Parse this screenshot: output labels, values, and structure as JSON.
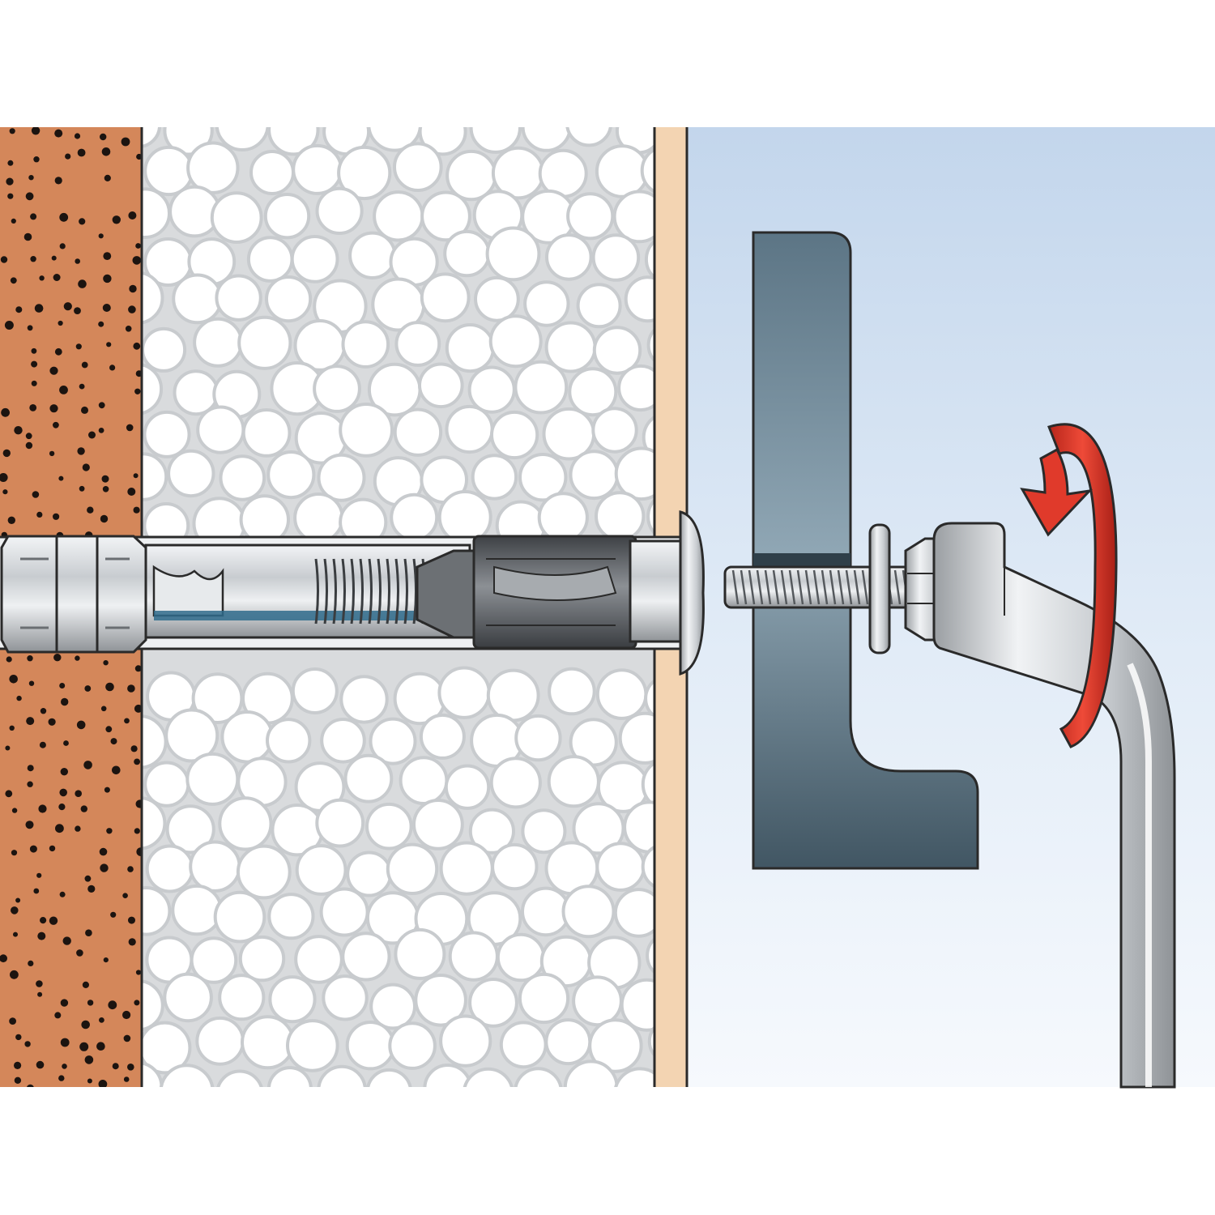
{
  "diagram": {
    "kind": "installation-step",
    "layers": [
      "masonry-wall",
      "insulation-board",
      "plaster-layer"
    ],
    "fixings": [
      "expansion-anchor",
      "threaded-bolt",
      "washer",
      "hex-nut",
      "bracket",
      "hex-key"
    ],
    "action": "rotation",
    "rotation_direction": "counterclockwise",
    "colors": {
      "masonry": "#d4875a",
      "masonry_dots": "#1c1410",
      "insulation_bg": "#d9dbdd",
      "insulation_beads": "#ffffff",
      "plaster": "#f3d4b2",
      "room_top": "#c3d6ec",
      "room_bottom": "#f6f9fd",
      "bracket": "#4d6474",
      "metal": "#c4c8cc",
      "anchor_dark": "#585c60",
      "arrow": "#d93a2b"
    }
  }
}
